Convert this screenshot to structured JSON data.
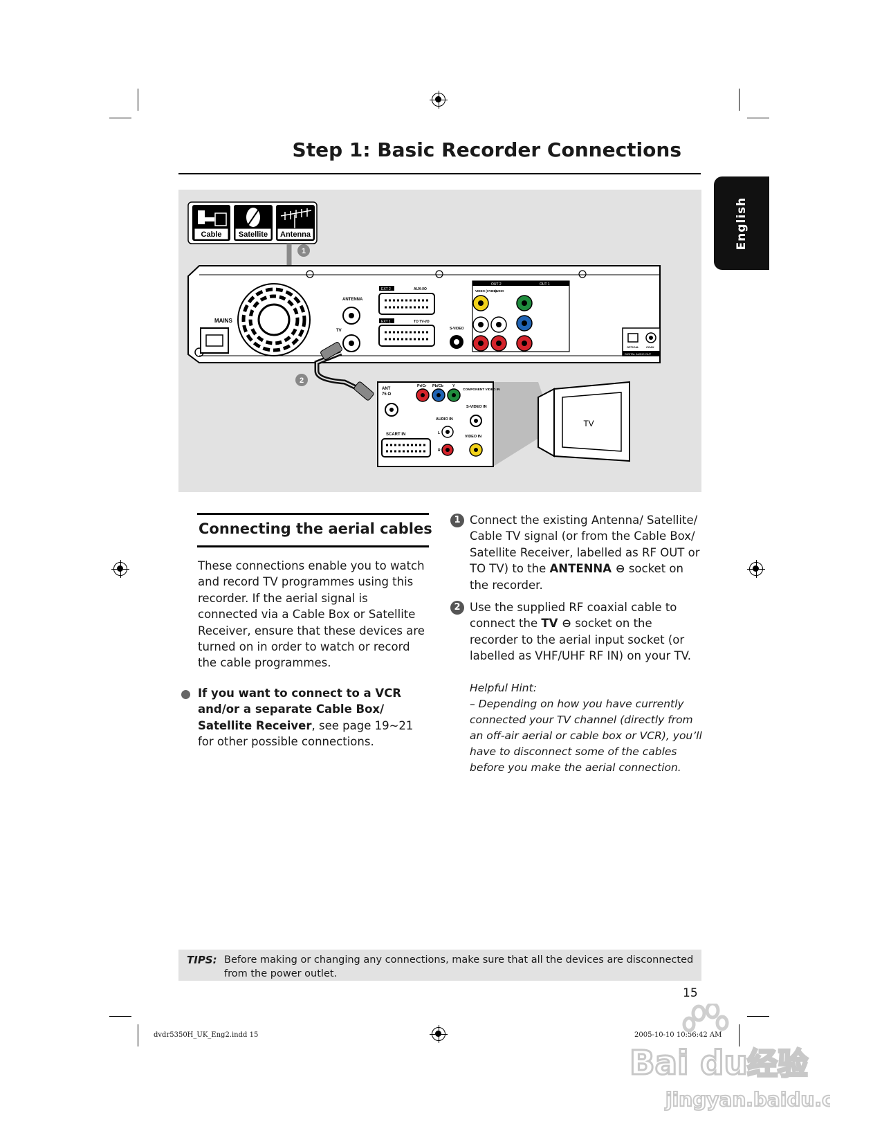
{
  "header": {
    "title": "Step 1: Basic Recorder Connections",
    "language_tab": "English"
  },
  "diagram": {
    "signal_sources": [
      "Cable",
      "Satellite",
      "Antenna"
    ],
    "callouts": [
      "1",
      "2"
    ],
    "recorder_panel_labels": {
      "mains": "MAINS",
      "antenna": "ANTENNA",
      "tv": "TV",
      "ext2": "EXT 2",
      "aux_io": "AUX-I/O",
      "ext1": "EXT 1",
      "to_tv_io": "TO TV-I/O",
      "s_video": "S-VIDEO",
      "out2": "OUT 2",
      "out1": "OUT 1",
      "video_cvbs": "VIDEO (CVBS)",
      "audio": "AUDIO",
      "optical": "OPTICAL",
      "coax": "COAX",
      "digital_audio_out": "DIGITAL AUDIO OUT"
    },
    "tv_panel_labels": {
      "ant": "ANT",
      "ohms": "75 Ω",
      "pr_cr": "Pr/Cr",
      "pb_cb": "Pb/Cb",
      "y": "Y",
      "component_video_in": "COMPONENT VIDEO IN",
      "s_video_in": "S-VIDEO IN",
      "audio_in": "AUDIO IN",
      "scart_in": "SCART IN",
      "video_in": "VIDEO IN",
      "l": "L",
      "r": "R"
    },
    "tv_label": "TV",
    "colors": {
      "red": "#d4242b",
      "blue": "#1f63b4",
      "green": "#1f8c3d",
      "yellow": "#f2d21a",
      "panel_gray": "#e2e2e2"
    }
  },
  "section": {
    "heading": "Connecting the aerial cables",
    "intro": " These connections enable you to watch and record TV programmes using this recorder. If the aerial signal is connected via a Cable Box or Satellite Receiver, ensure that these devices are turned on in order to watch or record the cable programmes.",
    "bullet_bold": "If you want to connect to a VCR and/or a separate Cable Box/ Satellite Receiver",
    "bullet_rest": ", see page 19~21 for other possible connections."
  },
  "steps": [
    {
      "num": "1",
      "text_before": "Connect the existing Antenna/ Satellite/ Cable TV signal (or from the Cable Box/ Satellite Receiver, labelled as RF OUT or TO TV) to the ",
      "bold": "ANTENNA",
      "text_after": " socket on the recorder."
    },
    {
      "num": "2",
      "text_before": "Use the supplied RF coaxial cable to connect the ",
      "bold": "TV",
      "text_after": " socket on the recorder to the aerial input socket (or labelled as VHF/UHF RF IN) on your TV."
    }
  ],
  "hint": {
    "title": "Helpful Hint:",
    "text": "–  Depending on how you have currently connected your TV channel (directly from an off-air aerial or cable box or VCR), you’ll have to disconnect some of the cables before you make the aerial connection."
  },
  "tips": {
    "label": "TIPS:",
    "text": "Before making or changing any connections, make sure that all the devices are disconnected from the power outlet."
  },
  "footer": {
    "page_number": "15",
    "slug_left": "dvdr5350H_UK_Eng2.indd   15",
    "slug_right": "2005-10-10   10:56:42 AM"
  },
  "watermark": {
    "brand": "Bai du",
    "chinese": "经验",
    "url": "jingyan.baidu.com"
  }
}
